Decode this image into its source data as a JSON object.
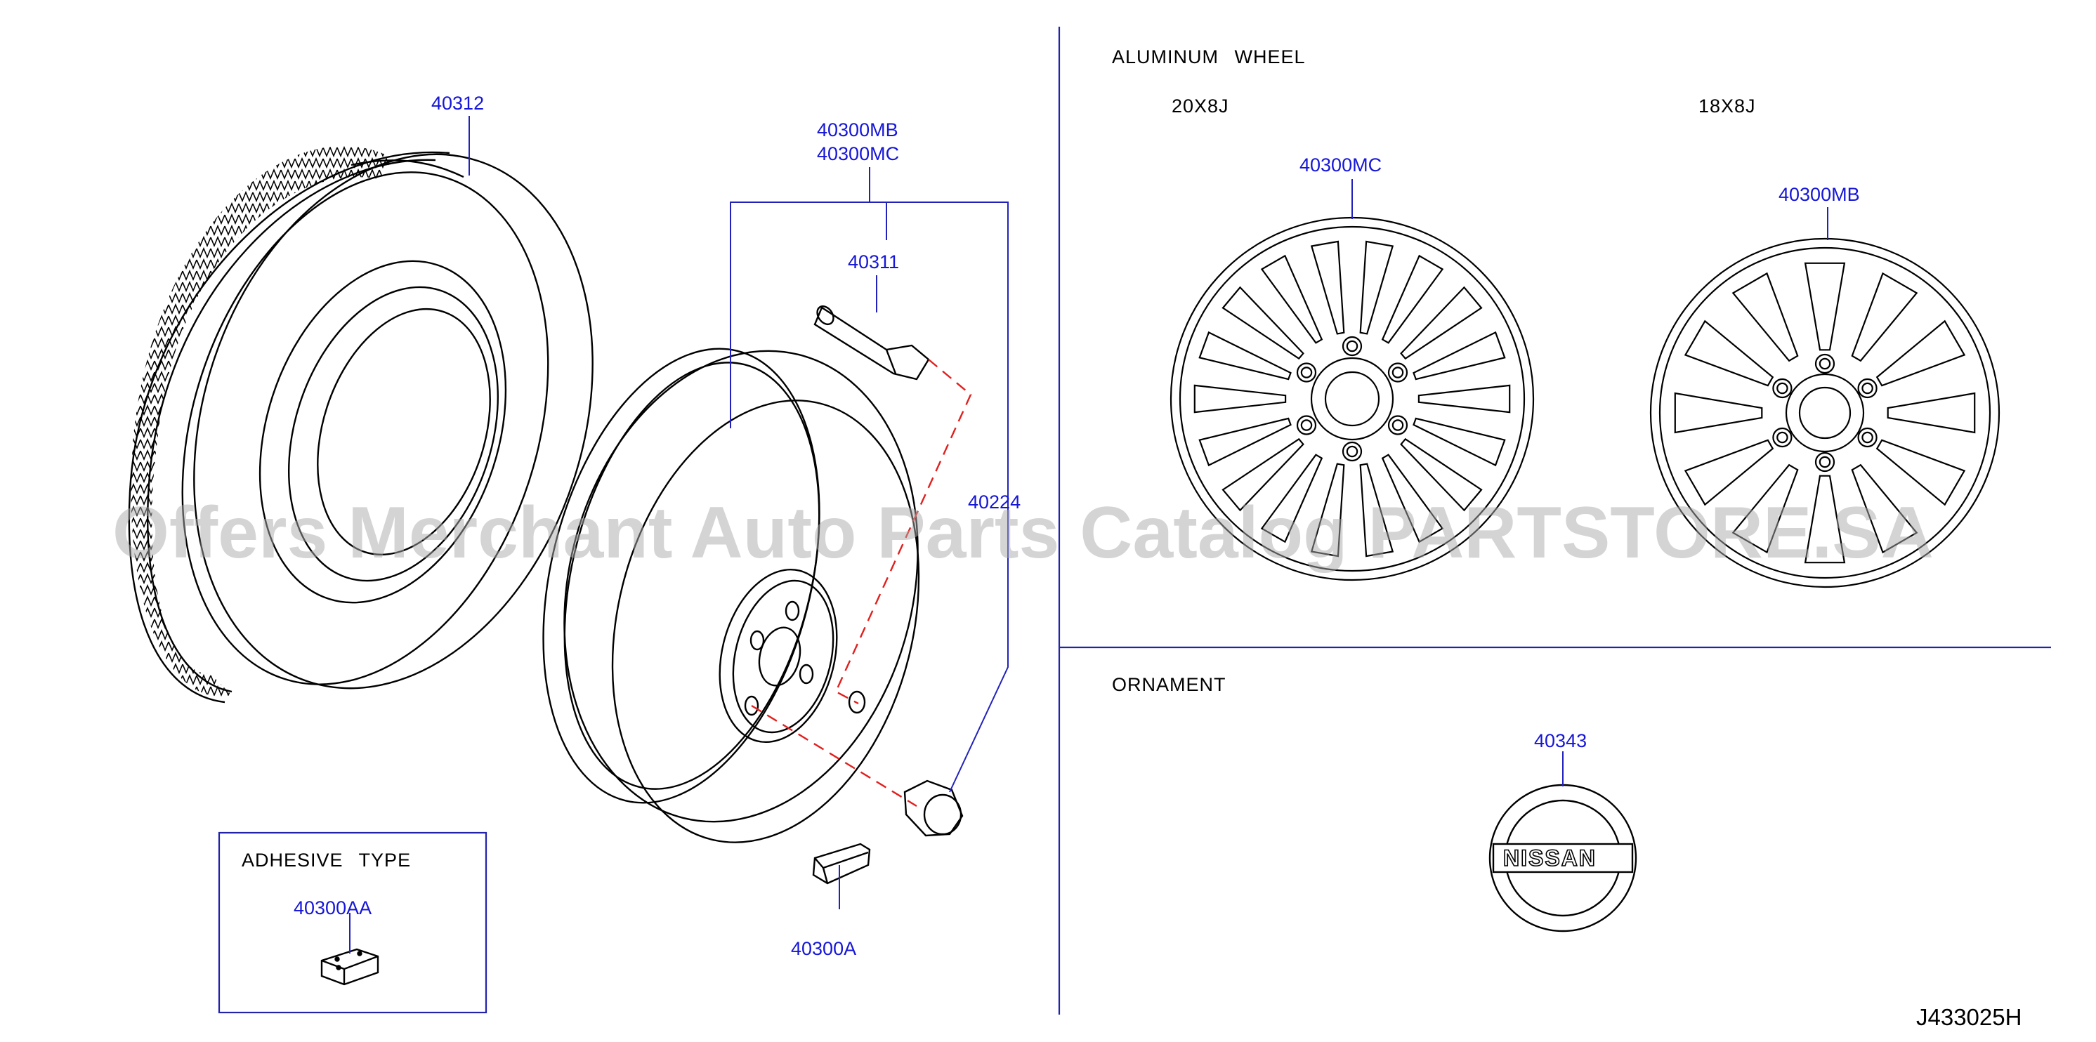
{
  "sections": {
    "aluminum_wheel": "ALUMINUM   WHEEL",
    "size_20": "20X8J",
    "size_18": "18X8J",
    "ornament": "ORNAMENT",
    "adhesive_type": "ADHESIVE   TYPE"
  },
  "parts": {
    "tire": "40312",
    "wheel_mb": "40300MB",
    "wheel_mc": "40300MC",
    "valve": "40311",
    "nut": "40224",
    "balance_weight": "40300A",
    "adhesive_weight": "40300AA",
    "wheel_20": "40300MC",
    "wheel_18": "40300MB",
    "ornament": "40343"
  },
  "ornament_logo": "NISSAN",
  "watermark": "Offers Merchant Auto Parts Catalog PARTSTORE.SA",
  "diagram_id": "J433025H",
  "colors": {
    "callout": "#1616d8",
    "dashed": "#e0201e",
    "ink": "#000000",
    "watermark": "#aaaaaa"
  }
}
